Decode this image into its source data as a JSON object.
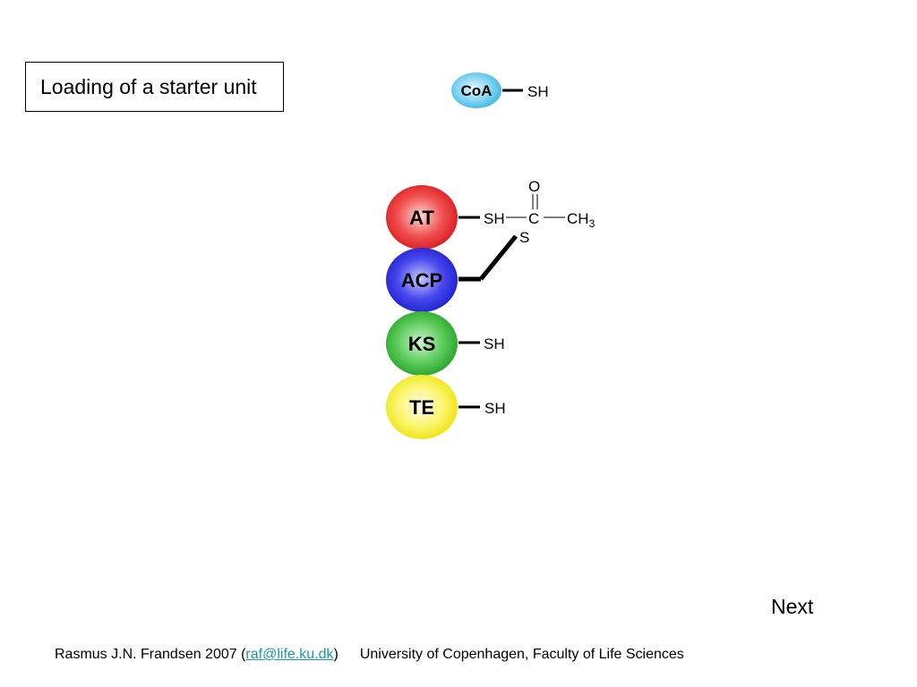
{
  "title": "Loading of a starter unit",
  "coa": {
    "label": "CoA",
    "group": "SH",
    "color": "#47bde8"
  },
  "domains": [
    {
      "label": "AT",
      "color": "#e8201f",
      "group": "SH"
    },
    {
      "label": "ACP",
      "color": "#2020e0",
      "group": ""
    },
    {
      "label": "KS",
      "color": "#2eb32e",
      "group": "SH"
    },
    {
      "label": "TE",
      "color": "#f2ea10",
      "group": "SH"
    }
  ],
  "acetyl": {
    "oxygen": "O",
    "carbon": "C",
    "methyl": "CH",
    "methyl_sub": "3",
    "sulfur": "S"
  },
  "next": "Next",
  "footer": {
    "author": "Rasmus J.N. Frandsen 2007 (",
    "email": "raf@life.ku.dk",
    "close": ")",
    "institution": "University of Copenhagen, Faculty of Life Sciences"
  }
}
